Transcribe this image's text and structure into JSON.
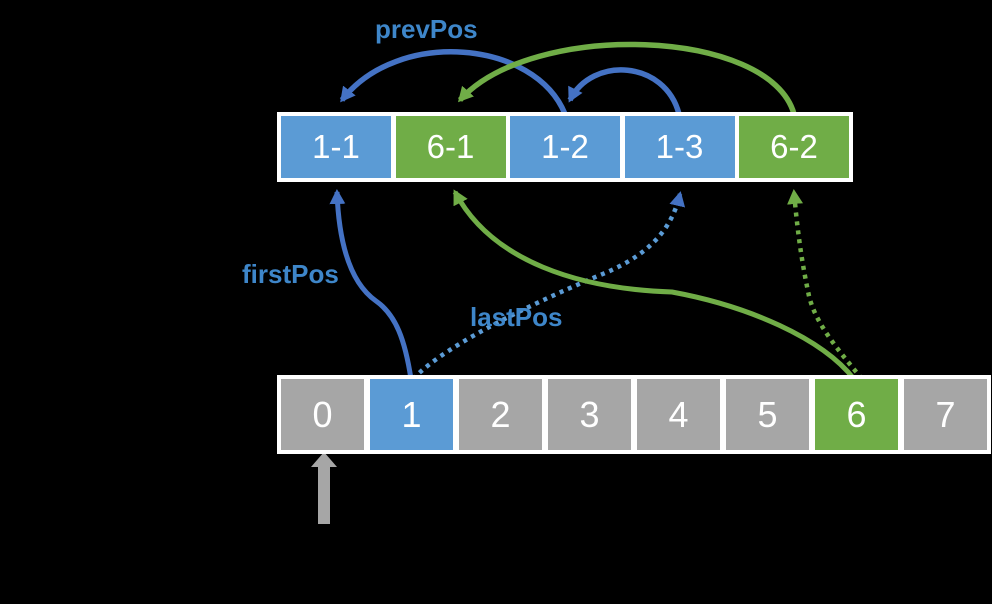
{
  "labels": {
    "prevPos": "prevPos",
    "firstPos": "firstPos",
    "lastPos": "lastPos"
  },
  "chain": {
    "description": "linked chain of hash entries",
    "cells": [
      {
        "label": "1-1",
        "color": "#5B9BD5"
      },
      {
        "label": "6-1",
        "color": "#70AD47"
      },
      {
        "label": "1-2",
        "color": "#5B9BD5"
      },
      {
        "label": "1-3",
        "color": "#5B9BD5"
      },
      {
        "label": "6-2",
        "color": "#70AD47"
      }
    ]
  },
  "array": {
    "description": "hash bucket array",
    "cells": [
      {
        "label": "0",
        "color": "#A6A6A6"
      },
      {
        "label": "1",
        "color": "#5B9BD5"
      },
      {
        "label": "2",
        "color": "#A6A6A6"
      },
      {
        "label": "3",
        "color": "#A6A6A6"
      },
      {
        "label": "4",
        "color": "#A6A6A6"
      },
      {
        "label": "5",
        "color": "#A6A6A6"
      },
      {
        "label": "6",
        "color": "#70AD47"
      },
      {
        "label": "7",
        "color": "#A6A6A6"
      }
    ]
  },
  "pointers": {
    "prevpos_arcs": [
      "1-2 to 1-1",
      "1-3 to 1-2",
      "6-2 to 6-1"
    ],
    "firstPos_target": "1-1",
    "lastPos_target": "1-3",
    "bucket6_solid_target": "6-1",
    "bucket6_dotted_target": "6-2",
    "gray_arrow_target": "0"
  },
  "colors": {
    "background": "#000000",
    "cell_text": "#FFFFFF",
    "blue_fill": "#5B9BD5",
    "green_fill": "#70AD47",
    "gray_fill": "#A6A6A6",
    "arc_blue": "#4472C4",
    "dotted_blue": "#5B9BD5",
    "label_blue": "#3E86C9",
    "border_white": "#FFFFFF"
  }
}
